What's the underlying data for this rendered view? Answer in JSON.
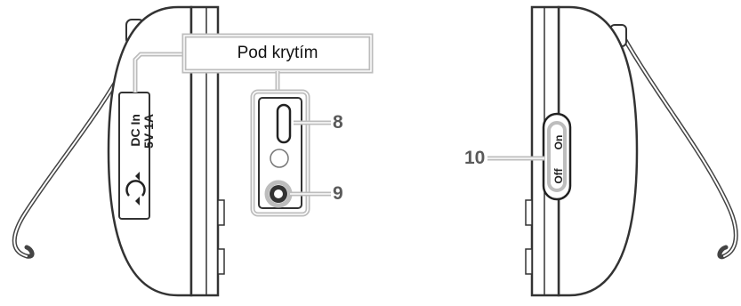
{
  "callout": {
    "title": "Pod krytím"
  },
  "panel_text": {
    "dc_line1": "DC In",
    "dc_line2": "5V 1A"
  },
  "switch": {
    "on": "On",
    "off": "Off"
  },
  "labels": {
    "n8": "8",
    "n9": "9",
    "n10": "10"
  },
  "icons": {
    "headphone": "headphone-icon"
  }
}
